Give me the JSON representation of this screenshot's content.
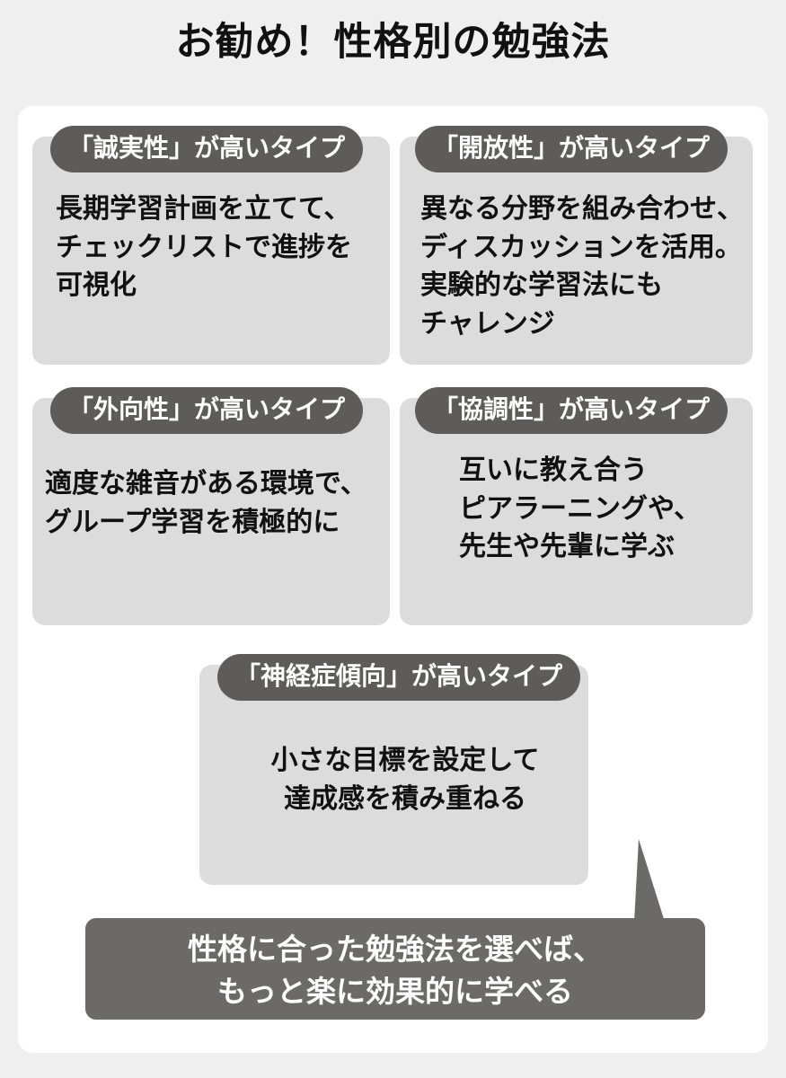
{
  "title": "お勧め！性格別の勉強法",
  "colors": {
    "page_background": "#efefef",
    "panel_background": "#ffffff",
    "card_background": "#dcdcdc",
    "badge_background": "#5e5c5a",
    "banner_background": "#6b6a68",
    "text_dark": "#111111",
    "text_light": "#ffffff"
  },
  "cards": [
    {
      "badge": "「誠実性」が高いタイプ",
      "body": "長期学習計画を立てて、\nチェックリストで進捗を\n可視化"
    },
    {
      "badge": "「開放性」が高いタイプ",
      "body": "異なる分野を組み合わせ、\nディスカッションを活用。\n実験的な学習法にも\nチャレンジ"
    },
    {
      "badge": "「外向性」が高いタイプ",
      "body": "適度な雑音がある環境で、\nグループ学習を積極的に"
    },
    {
      "badge": "「協調性」が高いタイプ",
      "body": "互いに教え合う\nピアラーニングや、\n先生や先輩に学ぶ"
    },
    {
      "badge": "「神経症傾向」が高いタイプ",
      "body": "小さな目標を設定して\n達成感を積み重ねる"
    }
  ],
  "banner": {
    "text": "性格に合った勉強法を選べば、\nもっと楽に効果的に学べる"
  }
}
